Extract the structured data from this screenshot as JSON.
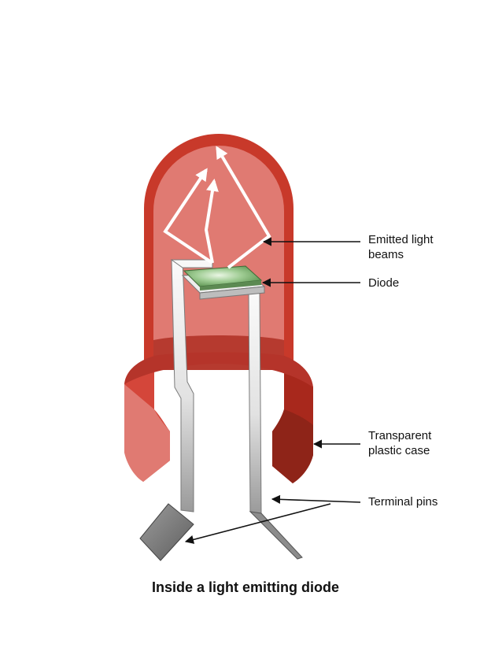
{
  "caption": "Inside a light emitting diode",
  "labels": {
    "emitted_light": "Emitted light\nbeams",
    "diode": "Diode",
    "case": "Transparent\nplastic case",
    "pins": "Terminal pins"
  },
  "colors": {
    "case_dark": "#a8281c",
    "case_mid": "#c8392a",
    "case_light": "#e07a72",
    "case_inner": "#d6615a",
    "chip_green": "#8cbf82",
    "pin_light": "#f4f4f4",
    "pin_dark": "#8a8a8a",
    "beam": "#ffffff",
    "leader": "#111111"
  }
}
